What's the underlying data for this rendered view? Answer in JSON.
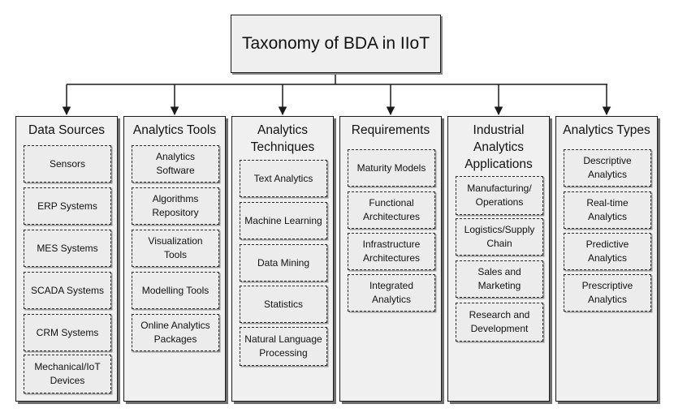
{
  "diagram": {
    "root": {
      "title": "Taxonomy of BDA in IIoT"
    },
    "categories": [
      {
        "title": "Data Sources",
        "items": [
          "Sensors",
          "ERP Systems",
          "MES Systems",
          "SCADA Systems",
          "CRM Systems",
          "Mechanical/IoT\nDevices"
        ]
      },
      {
        "title": "Analytics Tools",
        "items": [
          "Analytics\nSoftware",
          "Algorithms\nRepository",
          "Visualization\nTools",
          "Modelling Tools",
          "Online Analytics\nPackages"
        ]
      },
      {
        "title": "Analytics\nTechniques",
        "items": [
          "Text Analytics",
          "Machine Learning",
          "Data Mining",
          "Statistics",
          "Natural Language\nProcessing"
        ]
      },
      {
        "title": "Requirements",
        "items": [
          "Maturity Models",
          "Functional\nArchitectures",
          "Infrastructure\nArchitectures",
          "Integrated\nAnalytics"
        ]
      },
      {
        "title": "Industrial\nAnalytics\nApplications",
        "items": [
          "Manufacturing/\nOperations",
          "Logistics/Supply\nChain",
          "Sales and\nMarketing",
          "Research and\nDevelopment"
        ]
      },
      {
        "title": "Analytics Types",
        "items": [
          "Descriptive\nAnalytics",
          "Real-time\nAnalytics",
          "Predictive\nAnalytics",
          "Prescriptive\nAnalytics"
        ]
      }
    ]
  }
}
